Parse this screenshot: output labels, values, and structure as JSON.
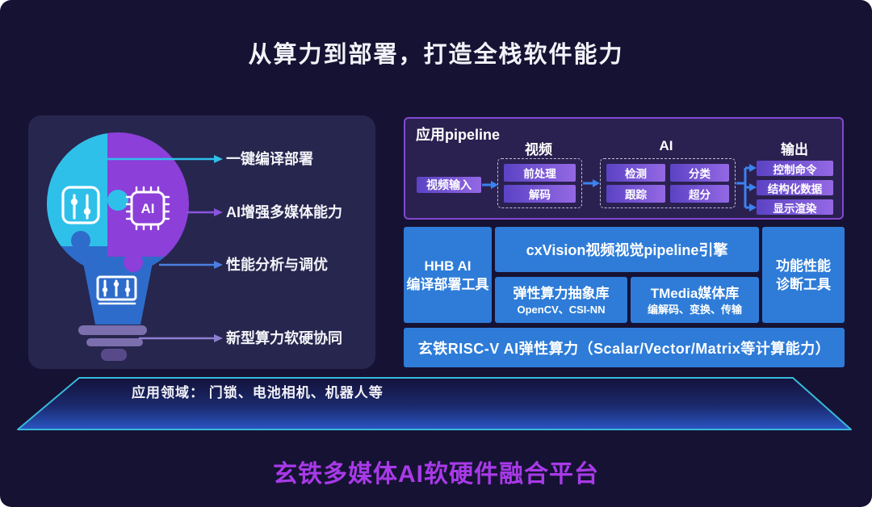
{
  "slide": {
    "title": "从算力到部署，打造全栈软件能力"
  },
  "capability_card": {
    "ai_chip_text": "AI",
    "icons": [
      "tuning-sliders-icon",
      "ai-chip-icon",
      "equalizer-panel-icon"
    ],
    "items": [
      {
        "label": "一键编译部署"
      },
      {
        "label": "AI增强多媒体能力"
      },
      {
        "label": "性能分析与调优"
      },
      {
        "label": "新型算力软硬协同"
      }
    ]
  },
  "pipeline_panel": {
    "title": "应用pipeline",
    "columns": [
      "视频",
      "AI",
      "输出"
    ],
    "input_box": "视频输入",
    "video_group": [
      "前处理",
      "解码"
    ],
    "ai_group": [
      "检测",
      "分类",
      "跟踪",
      "超分"
    ],
    "output_group": [
      "控制命令",
      "结构化数据",
      "显示渲染"
    ]
  },
  "stack": {
    "left_block": {
      "line1": "HHB AI",
      "line2": "编译部署工具"
    },
    "engine_block": "cxVision视频视觉pipeline引擎",
    "lib_blocks": [
      {
        "title": "弹性算力抽象库",
        "subtitle": "OpenCV、CSI-NN"
      },
      {
        "title": "TMedia媒体库",
        "subtitle": "编解码、变换、传输"
      }
    ],
    "right_block": {
      "line1": "功能性能",
      "line2": "诊断工具"
    },
    "base_bar": "玄铁RISC-V AI弹性算力（Scalar/Vector/Matrix等计算能力）"
  },
  "platform": {
    "applications": "应用领域： 门锁、电池相机、机器人等"
  },
  "footer": {
    "title": "玄铁多媒体AI软硬件融合平台"
  },
  "colors": {
    "background": "#161233",
    "card_background": "#27264e",
    "bulb_cyan": "#2fc0ea",
    "bulb_purple": "#8c3fd9",
    "bulb_blue": "#2e6ccb",
    "panel_background": "#2b2150",
    "panel_border": "#8248d2",
    "box_gradient_start": "#5b43c4",
    "box_gradient_end": "#9468e4",
    "stack_blue": "#2e7cd8",
    "arrow_blue": "#3b82f0",
    "platform_edge": "#38b9da",
    "footer_magenta": "#a83ae8"
  }
}
